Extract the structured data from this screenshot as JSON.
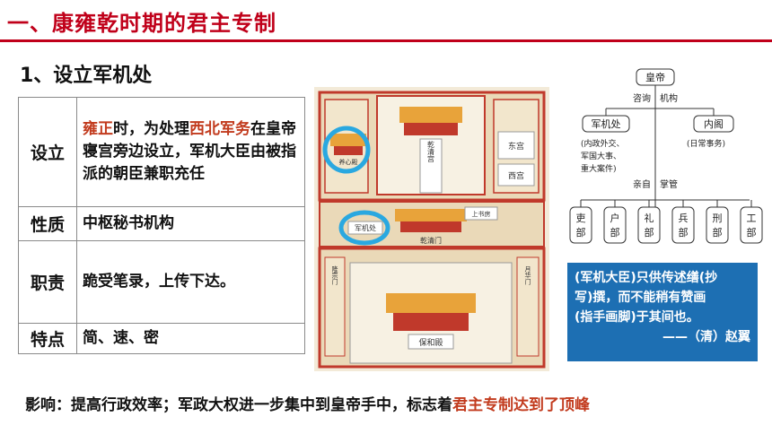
{
  "header": {
    "title": "一、康雍乾时期的君主专制",
    "subtitle": "1、设立军机处"
  },
  "table": {
    "rows": [
      {
        "label": "设立",
        "parts": [
          "雍正",
          "时，为处理",
          "西北军务",
          "在皇帝寝宫旁边设立，军机大臣由被指派的朝臣兼职充任"
        ]
      },
      {
        "label": "性质",
        "content": "中枢秘书机构"
      },
      {
        "label": "职责",
        "content": "跪受笔录，上传下达。"
      },
      {
        "label": "特点",
        "content": "简、速、密"
      }
    ]
  },
  "map": {
    "labels": [
      "乾清宫",
      "乾清门",
      "保和殿",
      "养心殿",
      "军机处",
      "东宫",
      "西宫",
      "上书房",
      "月华门",
      "隆宗门"
    ],
    "highlight_color": "#2aa8e0"
  },
  "org_chart": {
    "emperor": "皇帝",
    "consult": "咨询",
    "agency": "机构",
    "junjichu": "军机处",
    "junjichu_desc": [
      "(内政外交、",
      "军国大事、",
      "重大案件)"
    ],
    "neige": "内阁",
    "neige_desc": "(日常事务)",
    "direct": "亲自",
    "manage": "掌管",
    "ministries": [
      "吏部",
      "户部",
      "礼部",
      "兵部",
      "刑部",
      "工部"
    ]
  },
  "quote": {
    "lines": [
      "(军机大臣)只供传述缮(抄",
      "写)撰，而不能稍有赞画",
      "(指手画脚)于其间也。"
    ],
    "author": "——（清）赵翼"
  },
  "impact": {
    "prefix": "影响：提高行政效率；军政大权进一步集中到皇帝手中，标志着",
    "highlight": "君主专制达到了顶峰"
  },
  "colors": {
    "title": "#c0001a",
    "emphasis": "#c23b1e",
    "quote_bg": "#1d6fb3",
    "map_wall": "#c0392b",
    "map_roof": "#e8a33a"
  }
}
